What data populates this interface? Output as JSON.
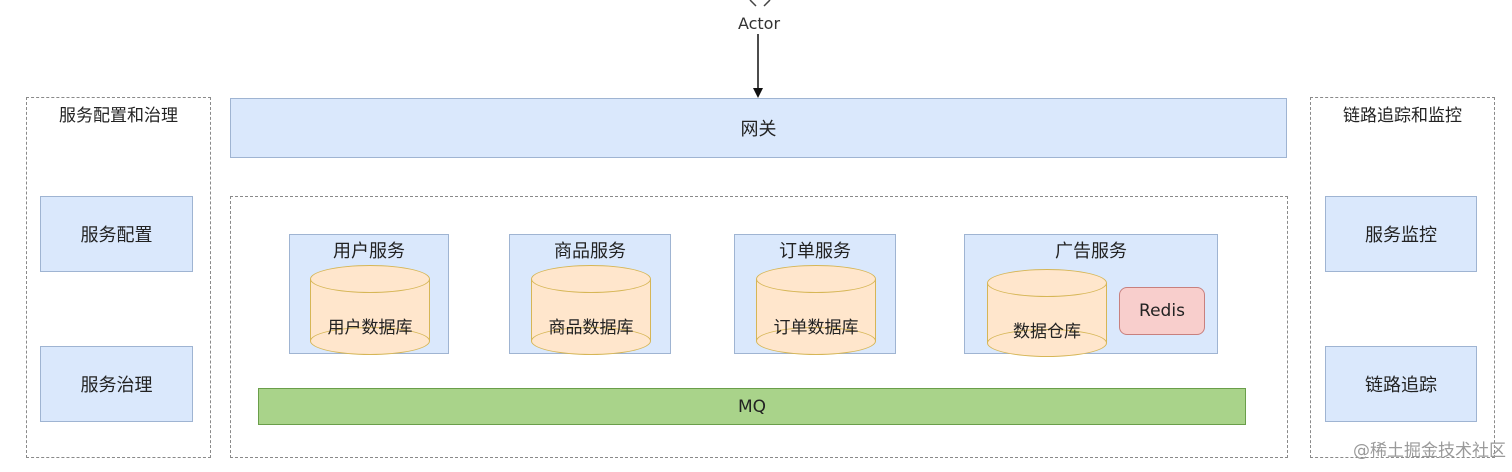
{
  "actor": {
    "label": "Actor"
  },
  "gateway": {
    "label": "网关"
  },
  "left_group": {
    "title": "服务配置和治理",
    "items": [
      "服务配置",
      "服务治理"
    ]
  },
  "right_group": {
    "title": "链路追踪和监控",
    "items": [
      "服务监控",
      "链路追踪"
    ]
  },
  "services": [
    {
      "title": "用户服务",
      "db": "用户数据库"
    },
    {
      "title": "商品服务",
      "db": "商品数据库"
    },
    {
      "title": "订单服务",
      "db": "订单数据库"
    },
    {
      "title": "广告服务",
      "db": "数据仓库",
      "cache": "Redis"
    }
  ],
  "mq": {
    "label": "MQ"
  },
  "watermark": {
    "text": "@稀土掘金技术社区"
  },
  "colors": {
    "blue_fill": "#dae8fc",
    "orange_fill": "#ffe6cc",
    "red_fill": "#f8cecc",
    "green_fill": "#a9d38a"
  }
}
